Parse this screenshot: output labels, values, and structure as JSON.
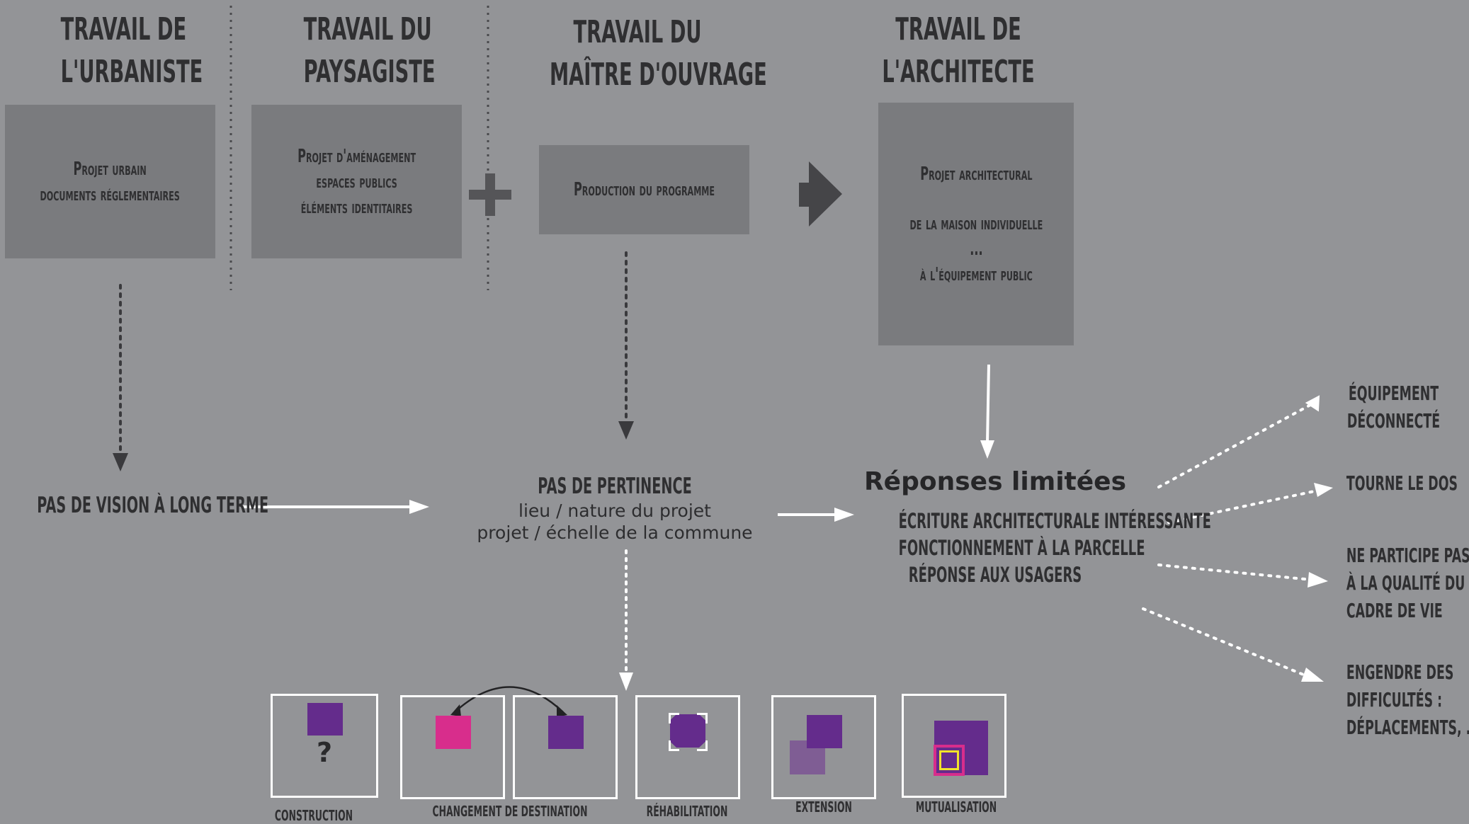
{
  "headers": {
    "urbaniste": [
      "TRAVAIL DE",
      "L'URBANISTE"
    ],
    "paysagiste": [
      "TRAVAIL DU",
      "PAYSAGISTE"
    ],
    "maitre": [
      "TRAVAIL DU",
      "MAÎTRE D'OUVRAGE"
    ],
    "architecte": [
      "TRAVAIL DE",
      "L'ARCHITECTE"
    ]
  },
  "boxes": {
    "urbaniste": [
      "Projet urbain",
      "documents réglementaires"
    ],
    "paysagiste": [
      "Projet d'aménagement",
      "espaces publics",
      "éléments identitaires"
    ],
    "maitre": [
      "Production du programme"
    ],
    "architecte": [
      "Projet architectural",
      "",
      "de la maison individuelle",
      "...",
      "à l'équipement public"
    ]
  },
  "symbols": {
    "plus": "+"
  },
  "middle": {
    "vision": "PAS DE VISION À LONG TERME",
    "pertinence_title": "PAS DE PERTINENCE",
    "pertinence_lines": [
      "lieu / nature du projet",
      "projet / échelle de la commune"
    ],
    "reponses_title": "Réponses limitées",
    "reponses_lines": [
      "ÉCRITURE ARCHITECTURALE INTÉRESSANTE",
      "FONCTIONNEMENT À LA PARCELLE",
      "RÉPONSE AUX USAGERS"
    ]
  },
  "consequences": [
    [
      "ÉQUIPEMENT",
      "DÉCONNECTÉ"
    ],
    [
      "TOURNE LE DOS"
    ],
    [
      "NE PARTICIPE PAS",
      "À LA QUALITÉ DU",
      "CADRE DE VIE"
    ],
    [
      "ENGENDRE DES",
      "DIFFICULTÉS :",
      "DÉPLACEMENTS, ..."
    ]
  ],
  "actions": {
    "construction": "CONSTRUCTION",
    "construction_mark": "?",
    "changement": "CHANGEMENT DE DESTINATION",
    "rehabilitation": "RÉHABILITATION",
    "extension": "EXTENSION",
    "mutualisation": "MUTUALISATION"
  },
  "colors": {
    "background": "#939497",
    "box": "#7a7b7e",
    "purple": "#642c8c",
    "magenta": "#d82d8c",
    "light_purple": "#7f5d94",
    "yellow": "#f2e22a",
    "white": "#ffffff"
  }
}
